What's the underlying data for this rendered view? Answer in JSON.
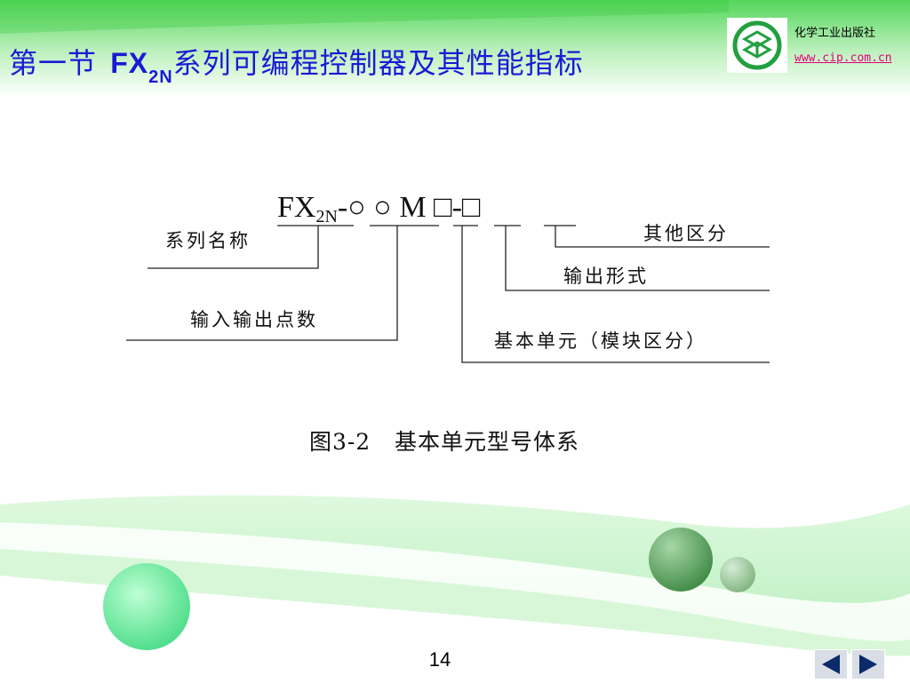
{
  "title": {
    "prefix": "第一节 ",
    "fx": "FX",
    "sub": "2N",
    "suffix": "系列可编程控制器及其性能指标"
  },
  "publisher": {
    "name": "化学工业出版社",
    "url": "www.cip.com.cn"
  },
  "diagram": {
    "model_prefix": "FX",
    "model_sub": "2N",
    "model_rest": "-○ ○ M □-□",
    "labels": {
      "series_name": "系列名称",
      "io_points": "输入输出点数",
      "basic_unit": "基本单元（模块区分）",
      "output_form": "输出形式",
      "other": "其他区分"
    }
  },
  "caption": "图3-2   基本单元型号体系",
  "page_number": "14",
  "nav": {
    "prev_icon": "triangle-left-icon",
    "next_icon": "triangle-right-icon"
  },
  "colors": {
    "title": "#1a1ad6",
    "url": "#e0007a",
    "accent_green": "#5fd45f"
  }
}
